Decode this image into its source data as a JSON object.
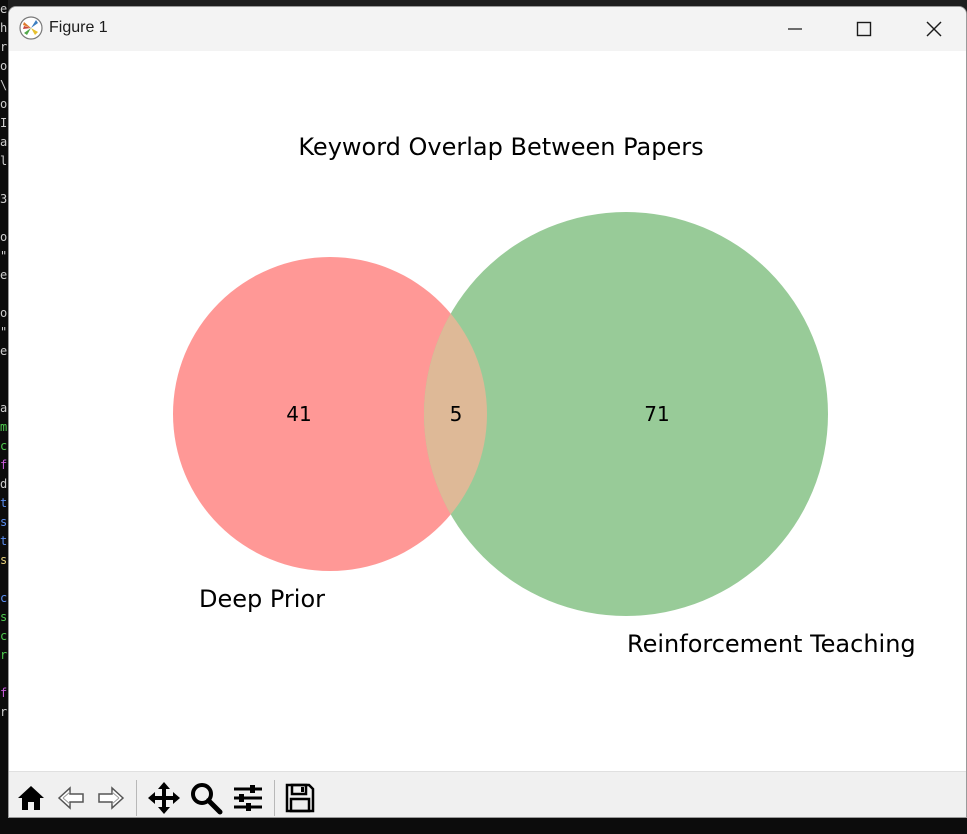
{
  "window": {
    "title": "Figure 1",
    "controls": {
      "minimize": "minimize-icon",
      "maximize": "maximize-icon",
      "close": "close-icon"
    }
  },
  "toolbar": {
    "buttons": [
      "home-icon",
      "back-arrow-icon",
      "forward-arrow-icon",
      "pan-move-icon",
      "zoom-icon",
      "configure-subplots-icon",
      "save-icon"
    ]
  },
  "chart_data": {
    "type": "venn",
    "title": "Keyword Overlap Between Papers",
    "sets": [
      {
        "name": "Deep Prior",
        "only": 41,
        "color": "#ff9896"
      },
      {
        "name": "Reinforcement Teaching",
        "only": 71,
        "color": "#98cb98"
      }
    ],
    "intersection": 5,
    "intersection_color": "#deb997"
  }
}
